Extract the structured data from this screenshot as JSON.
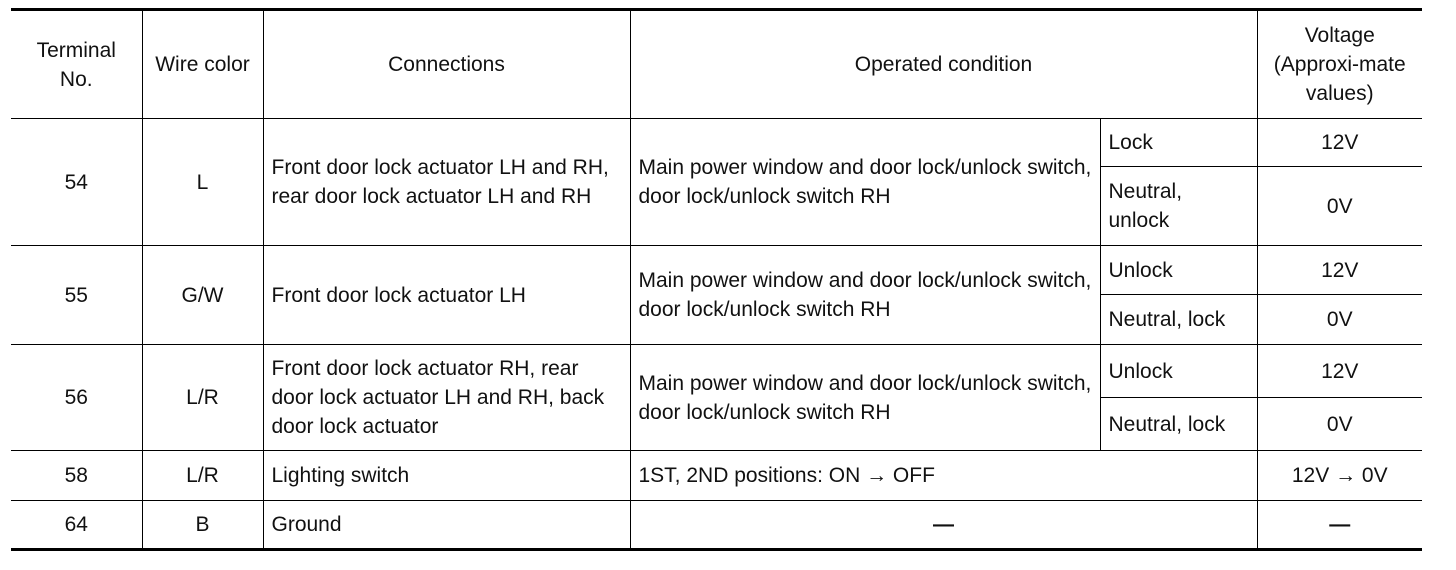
{
  "header": {
    "terminal": "Terminal No.",
    "wire_color": "Wire color",
    "connections": "Connections",
    "operated_condition": "Operated condition",
    "voltage": "Voltage (Approxi-mate values)"
  },
  "rows": [
    {
      "terminal": "54",
      "wire": "L",
      "connection": "Front door lock actuator LH and RH, rear door lock actuator LH and RH",
      "condition": "Main power window and door lock/unlock switch, door lock/unlock switch RH",
      "states": [
        {
          "state": "Lock",
          "voltage": "12V"
        },
        {
          "state": "Neutral, unlock",
          "voltage": "0V"
        }
      ]
    },
    {
      "terminal": "55",
      "wire": "G/W",
      "connection": "Front door lock actuator LH",
      "condition": "Main power window and door lock/unlock switch, door lock/unlock switch RH",
      "states": [
        {
          "state": "Unlock",
          "voltage": "12V"
        },
        {
          "state": "Neutral, lock",
          "voltage": "0V"
        }
      ]
    },
    {
      "terminal": "56",
      "wire": "L/R",
      "connection": "Front door lock actuator RH, rear door lock actuator LH and RH, back door lock actuator",
      "condition": "Main power window and door lock/unlock switch, door lock/unlock switch RH",
      "states": [
        {
          "state": "Unlock",
          "voltage": "12V"
        },
        {
          "state": "Neutral, lock",
          "voltage": "0V"
        }
      ]
    },
    {
      "terminal": "58",
      "wire": "L/R",
      "connection": "Lighting switch",
      "condition": "1ST, 2ND positions: ON → OFF",
      "voltage": "12V → 0V"
    },
    {
      "terminal": "64",
      "wire": "B",
      "connection": "Ground",
      "condition": "—",
      "voltage": "—"
    }
  ]
}
